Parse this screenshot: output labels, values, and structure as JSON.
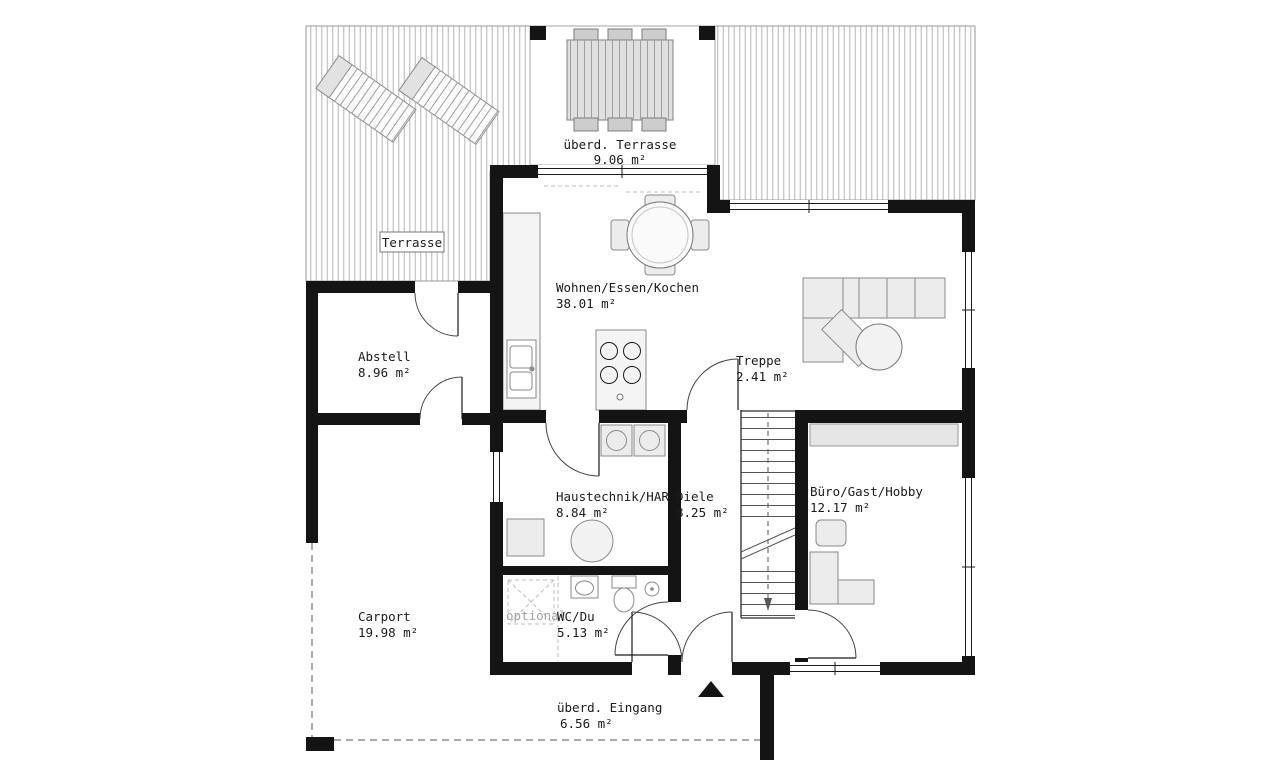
{
  "plan": {
    "rooms": {
      "terrasse": {
        "name": "Terrasse"
      },
      "ueberdachte_terrasse": {
        "name": "überd. Terrasse",
        "area": "9.06 m²"
      },
      "wohnen_essen_kochen": {
        "name": "Wohnen/Essen/Kochen",
        "area": "38.01 m²"
      },
      "abstell": {
        "name": "Abstell",
        "area": "8.96 m²"
      },
      "treppe": {
        "name": "Treppe",
        "area": "2.41 m²"
      },
      "haustechnik_har": {
        "name": "Haustechnik/HAR",
        "area": "8.84 m²"
      },
      "diele": {
        "name": "Diele",
        "area": "8.25 m²"
      },
      "buero_gast_hobby": {
        "name": "Büro/Gast/Hobby",
        "area": "12.17 m²"
      },
      "carport": {
        "name": "Carport",
        "area": "19.98 m²"
      },
      "wc_du": {
        "name": "WC/Du",
        "area": "5.13 m²"
      },
      "ueberdachter_eingang": {
        "name": "überd. Eingang",
        "area": "6.56 m²"
      }
    },
    "annotations": {
      "optional_label": "optional"
    },
    "colors": {
      "wall": "#141414",
      "hatch_line": "#bcbcbc",
      "furniture_fill": "#ececec",
      "furniture_stroke": "#8a8a8a",
      "optional_text": "#a3a3a3",
      "background": "#ffffff"
    }
  }
}
